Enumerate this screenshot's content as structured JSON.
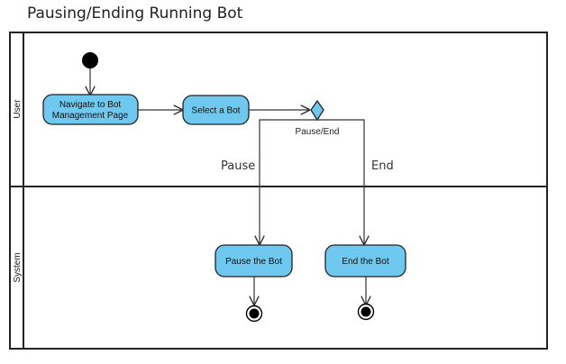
{
  "diagram": {
    "title": "Pausing/Ending Running Bot",
    "lanes": {
      "user": "User",
      "system": "System"
    },
    "nodes": {
      "navigate": [
        "Navigate to Bot",
        "Management Page"
      ],
      "select": "Select a Bot",
      "decision_label": "Pause/End",
      "pause_bot": "Pause the Bot",
      "end_bot": "End the Bot"
    },
    "edges": {
      "pause": "Pause",
      "end": "End"
    },
    "colors": {
      "activity_fill": "#6ec8ef",
      "outline": "#222222",
      "swimlane_border": "#222222"
    }
  }
}
